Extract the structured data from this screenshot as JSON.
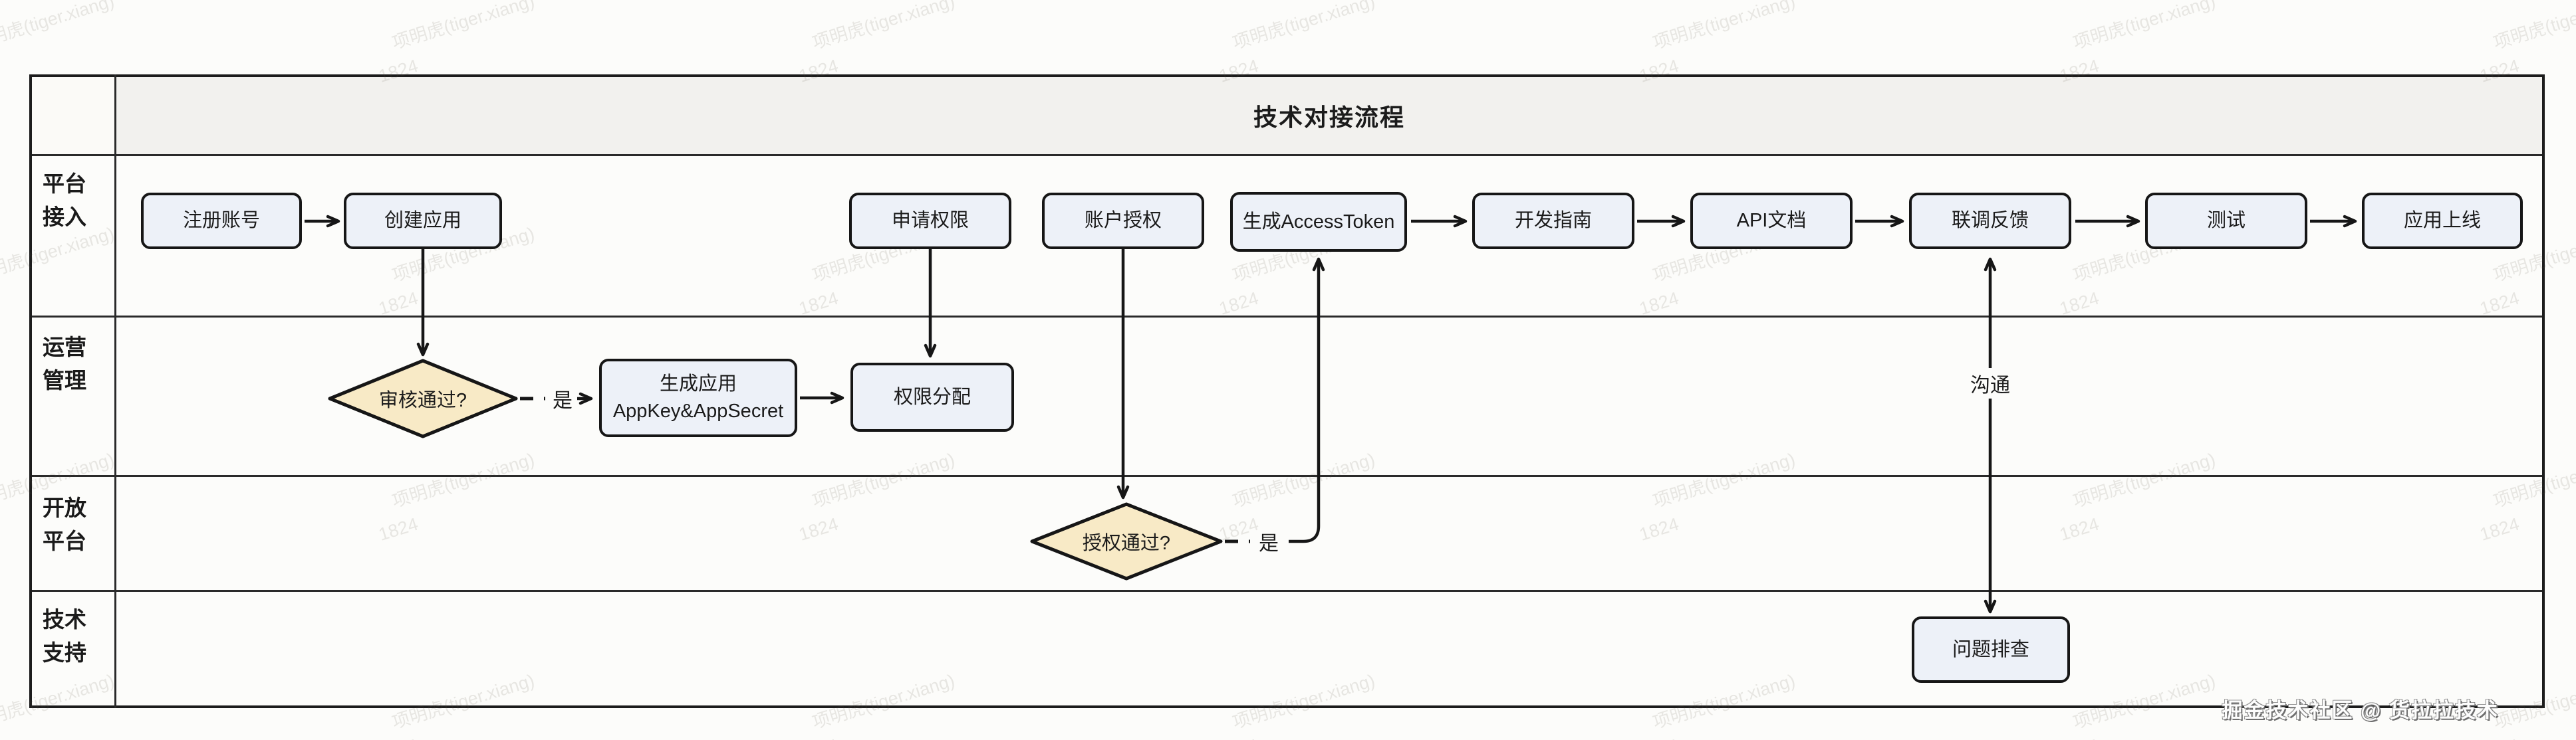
{
  "header": {
    "title": "技术对接流程"
  },
  "lanes": [
    {
      "line1": "平台",
      "line2": "接入"
    },
    {
      "line1": "运营",
      "line2": "管理"
    },
    {
      "line1": "开放",
      "line2": "平台"
    },
    {
      "line1": "技术",
      "line2": "支持"
    }
  ],
  "nodes": {
    "register": "注册账号",
    "createApp": "创建应用",
    "applyPerm": "申请权限",
    "accountAuth": "账户授权",
    "genToken": "生成AccessToken",
    "devGuide": "开发指南",
    "apiDoc": "API文档",
    "jointDebug": "联调反馈",
    "test": "测试",
    "appOnline": "应用上线",
    "genAppKeyLine1": "生成应用",
    "genAppKeyLine2": "AppKey&AppSecret",
    "assignPerm": "权限分配",
    "issueCheck": "问题排查"
  },
  "decisions": {
    "review": "审核通过?",
    "auth": "授权通过?"
  },
  "edge_labels": {
    "yes_review": "是",
    "yes_auth": "是",
    "communicate": "沟通"
  },
  "watermark": {
    "name": "项明虎(tiger.xiang)",
    "number": "1824"
  },
  "stamp": "掘金技术社区 @ 货拉拉技术",
  "colors": {
    "node_fill": "#edf1f8",
    "decision_fill": "#f8eac6",
    "header_bg": "#f2f1ee",
    "line": "#161616"
  }
}
